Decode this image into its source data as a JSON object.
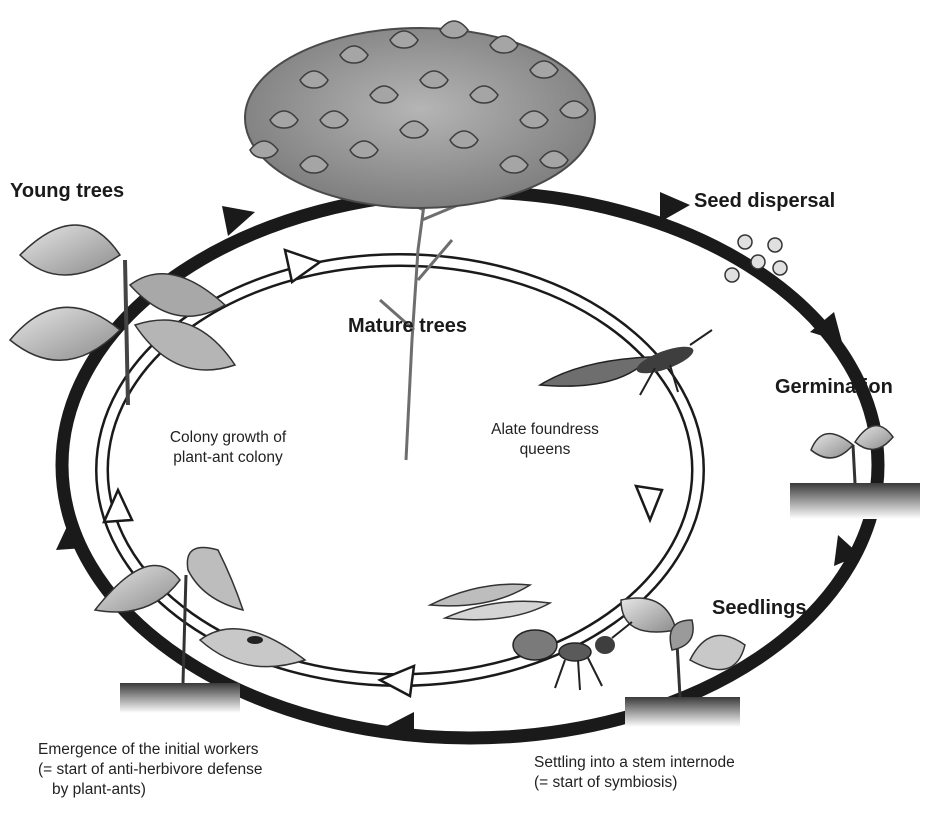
{
  "stages": {
    "young_trees": "Young trees",
    "seed_dispersal": "Seed dispersal",
    "mature_trees": "Mature trees",
    "germination": "Germination",
    "seedlings": "Seedlings"
  },
  "ant_cycle": {
    "colony_growth": [
      "Colony growth of",
      "plant-ant colony"
    ],
    "alate_queens": [
      "Alate foundress",
      "queens"
    ],
    "emergence": [
      "Emergence of the initial workers",
      "(= start of anti-herbivore defense",
      "by plant-ants)"
    ],
    "settling": [
      "Settling into a stem internode",
      "(= start of symbiosis)"
    ]
  },
  "colors": {
    "outer_cycle": "#1a1a1a",
    "inner_cycle": "#ffffff",
    "foliage": "#8a8a8a",
    "ground": "#3a3a3a",
    "text": "#1a1a1a"
  }
}
